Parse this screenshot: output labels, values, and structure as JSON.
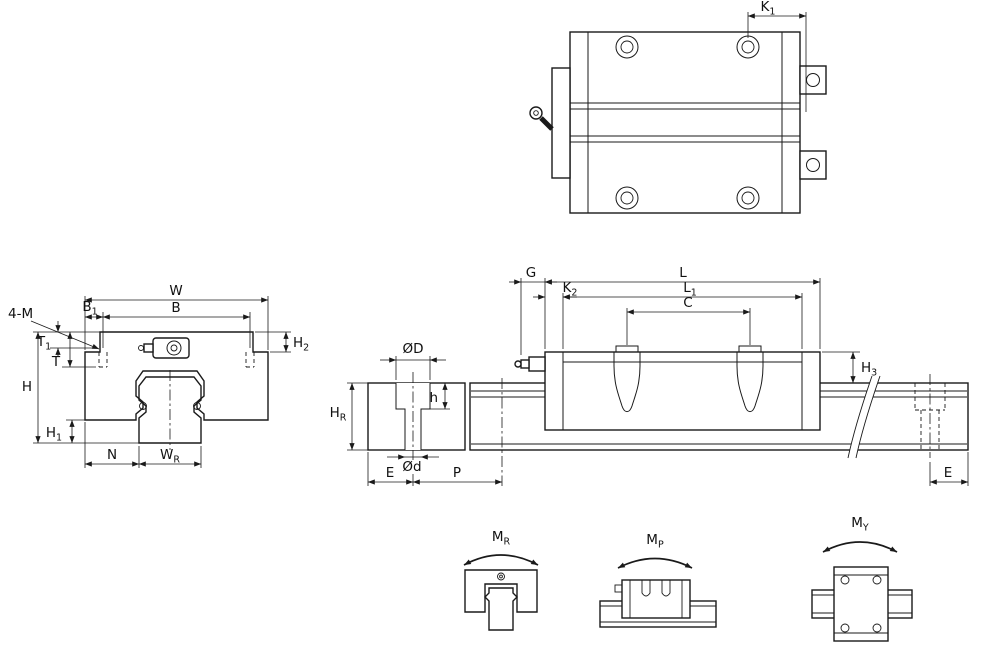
{
  "drawing": {
    "background": "#ffffff",
    "line_color": "#1a1a1a",
    "section_fill": "#d9d9d9"
  },
  "labels": {
    "k1": {
      "main": "K",
      "sub": "1"
    },
    "g": {
      "main": "G"
    },
    "l": {
      "main": "L"
    },
    "k2": {
      "main": "K",
      "sub": "2"
    },
    "l1": {
      "main": "L",
      "sub": "1"
    },
    "c": {
      "main": "C"
    },
    "h3": {
      "main": "H",
      "sub": "3"
    },
    "e_left": {
      "main": "E"
    },
    "p": {
      "main": "P"
    },
    "e_right": {
      "main": "E"
    },
    "dia_D": {
      "main": "ØD"
    },
    "dia_d": {
      "main": "Ød"
    },
    "h_rail": {
      "main": "H",
      "sub": "R"
    },
    "h_bore": {
      "main": "h"
    },
    "w": {
      "main": "W"
    },
    "b": {
      "main": "B"
    },
    "b1": {
      "main": "B",
      "sub": "1"
    },
    "four_m": {
      "main": "4-M"
    },
    "h2": {
      "main": "H",
      "sub": "2"
    },
    "t1": {
      "main": "T",
      "sub": "1"
    },
    "t": {
      "main": "T"
    },
    "h": {
      "main": "H"
    },
    "h1": {
      "main": "H",
      "sub": "1"
    },
    "n": {
      "main": "N"
    },
    "wr": {
      "main": "W",
      "sub": "R"
    },
    "mr": {
      "main": "M",
      "sub": "R"
    },
    "mp": {
      "main": "M",
      "sub": "P"
    },
    "my": {
      "main": "M",
      "sub": "Y"
    }
  }
}
